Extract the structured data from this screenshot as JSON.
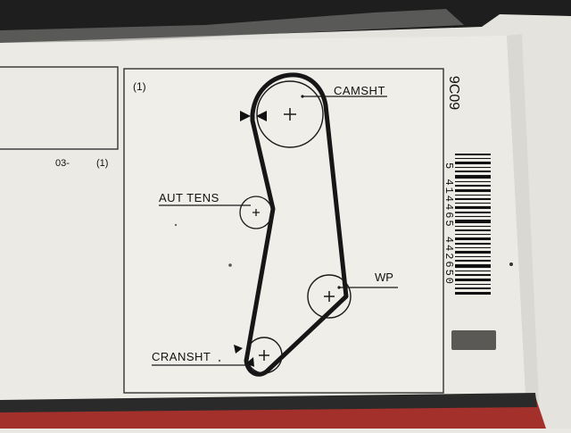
{
  "diagram": {
    "panel_ref": "(1)",
    "labels": {
      "camshaft": "CAMSHT",
      "tensioner": "AUT TENS",
      "water_pump": "WP",
      "crankshaft": "CRANSHT"
    }
  },
  "left_panel": {
    "code": "03-",
    "ref": "(1)"
  },
  "box_side": {
    "part_code": "9C09",
    "barcode_digits": "5 414465 442650"
  },
  "colors": {
    "box_face": "#e9e8e2",
    "ink": "#111111",
    "box_rim": "#1c1c1c",
    "red_flap": "#a3302b",
    "label_patch": "#5a5955"
  }
}
